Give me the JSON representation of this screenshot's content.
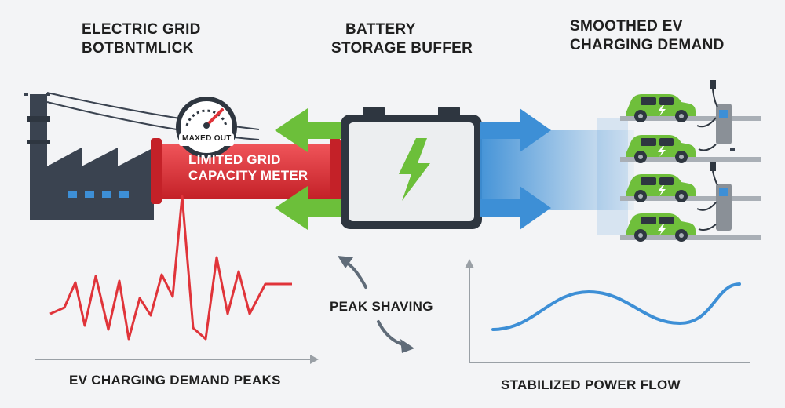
{
  "headers": {
    "grid_line1": "ELECTRIC GRID",
    "grid_line2": "BOTBNTMLICK",
    "battery_line1": "BATTERY",
    "battery_line2": "STORAGE BUFFER",
    "ev_line1": "SMOOTHED EV",
    "ev_line2": "CHARGING DEMAND"
  },
  "meter": {
    "gauge_label": "MAXED OUT",
    "pipe_line1": "LIMITED GRID",
    "pipe_line2": "CAPACITY METER"
  },
  "captions": {
    "peaks": "EV CHARGING DEMAND PEAKS",
    "shaving": "PEAK SHAVING",
    "stable": "STABILIZED POWER FLOW"
  },
  "icons": {
    "factory": "factory-icon",
    "power_line": "power-line-icon",
    "gauge": "gauge-icon",
    "battery": "battery-icon",
    "bolt": "lightning-bolt-icon",
    "car": "electric-car-icon",
    "charger": "charging-station-icon"
  },
  "colors": {
    "grid_red": "#e0343a",
    "battery_green": "#6cbf3a",
    "flow_blue": "#3d8fd6",
    "car_green": "#6fbf3b",
    "factory_dark": "#3a4350"
  }
}
